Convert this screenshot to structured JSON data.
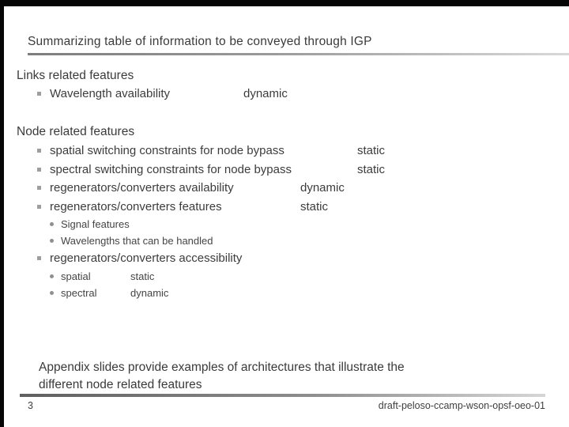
{
  "slide": {
    "title": "Summarizing table of information to be conveyed through IGP",
    "page_number": "3",
    "footer_document": "draft-peloso-ccamp-wson-opsf-oeo-01",
    "appendix_note_line1": "Appendix slides provide examples of architectures that illustrate the",
    "appendix_note_line2": "different node related features"
  },
  "sections": {
    "links": {
      "heading": "Links related features",
      "items": [
        {
          "label": "Wavelength availability",
          "value": "dynamic"
        }
      ]
    },
    "nodes": {
      "heading": "Node related features",
      "items": [
        {
          "label": "spatial switching constraints for node bypass",
          "value": "static"
        },
        {
          "label": "spectral switching constraints for node bypass",
          "value": "static"
        },
        {
          "label": "regenerators/converters availability",
          "value": "dynamic"
        },
        {
          "label": "regenerators/converters features",
          "value": "static"
        }
      ],
      "feature_sub_items": [
        {
          "label": "Signal features"
        },
        {
          "label": "Wavelengths that can be handled"
        }
      ],
      "accessibility_item": {
        "label": "regenerators/converters accessibility"
      },
      "accessibility_sub_items": [
        {
          "label": "spatial",
          "value": "static"
        },
        {
          "label": "spectral",
          "value": "dynamic"
        }
      ]
    }
  },
  "icons": {
    "square_bullet": "square-bullet-icon",
    "round_bullet": "round-bullet-icon"
  },
  "colors": {
    "edge_bars": "#060606",
    "body_text": "#3c3c3c",
    "bullet_gray": "#9e9e9e",
    "rule_dark": "#5f5f5f",
    "rule_light": "#d6d6d6",
    "background": "#ffffff"
  }
}
